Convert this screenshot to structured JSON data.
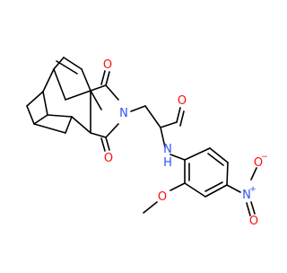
{
  "molecule": {
    "atom_labels": {
      "o_top": "O",
      "o_bottom": "O",
      "n_imide": "N",
      "o_amide": "O",
      "nh_n": "N",
      "nh_h": "H",
      "o_methoxy": "O",
      "n_nitro": "N",
      "n_nitro_charge": "+",
      "o_nitro_top": "O",
      "o_nitro_top_charge": "−",
      "o_nitro_bottom": "O"
    },
    "colors": {
      "oxygen": "#ff0d0d",
      "nitrogen": "#3050f8",
      "bond": "#000000",
      "background": "#ffffff"
    }
  }
}
